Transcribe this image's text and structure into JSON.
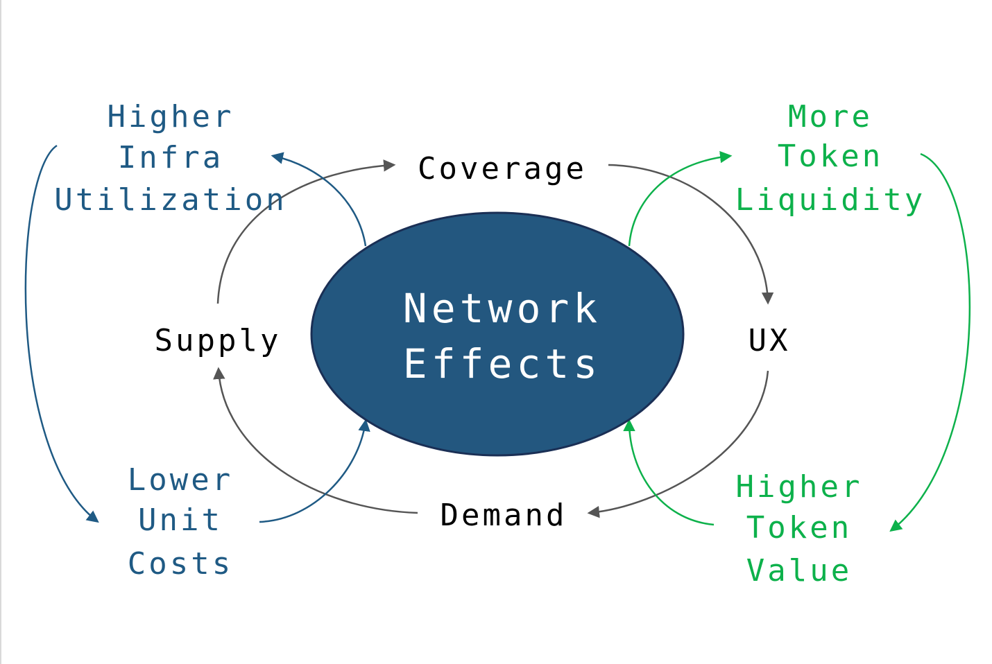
{
  "colors": {
    "core_fill": "#23577f",
    "core_stroke": "#1a2f55",
    "neutral": "#555555",
    "blue": "#1f5a84",
    "green": "#0db14b",
    "text_dark": "#000000"
  },
  "center": {
    "lines": [
      "Network",
      "Effects"
    ]
  },
  "nodes": {
    "coverage": "Coverage",
    "ux": "UX",
    "demand": "Demand",
    "supply": "Supply"
  },
  "blue_labels": {
    "higher_infra": [
      "Higher",
      "Infra",
      "Utilization"
    ],
    "lower_costs": [
      "Lower",
      "Unit",
      "Costs"
    ]
  },
  "green_labels": {
    "more_liquidity": [
      "More",
      "Token",
      "Liquidity"
    ],
    "higher_value": [
      "Higher",
      "Token",
      "Value"
    ]
  }
}
